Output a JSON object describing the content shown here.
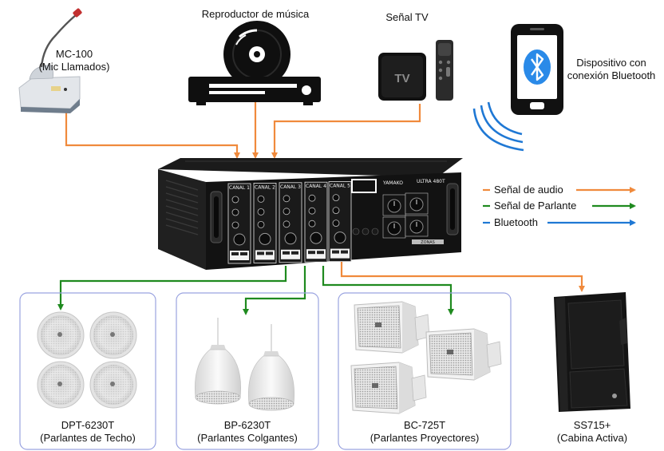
{
  "sources": {
    "mic": {
      "name": "MC-100",
      "desc": "(Mic Llamados)"
    },
    "player": {
      "title": "Reproductor de música"
    },
    "tv": {
      "title": "Señal TV",
      "logo_text": "TV"
    },
    "phone": {
      "line1": "Dispositivo con",
      "line2": "conexión Bluetooth"
    }
  },
  "amplifier": {
    "model_label": "ULTRA 480T",
    "brand_label": "YAMAKO",
    "channel_labels": [
      "CANAL 1",
      "CANAL 2",
      "CANAL 3",
      "CANAL 4",
      "CANAL 5"
    ],
    "zone_label": "ZONAS"
  },
  "legend": {
    "items": [
      {
        "label": "Señal de audio",
        "color": "#f08a3c"
      },
      {
        "label": "Señal de Parlante",
        "color": "#1f8a1f"
      },
      {
        "label": "Bluetooth",
        "color": "#1f78d4"
      }
    ]
  },
  "outputs": [
    {
      "name": "DPT-6230T",
      "desc": "(Parlantes de Techo)"
    },
    {
      "name": "BP-6230T",
      "desc": "(Parlantes Colgantes)"
    },
    {
      "name": "BC-725T",
      "desc": "(Parlantes Proyectores)"
    },
    {
      "name": "SS715+",
      "desc": "(Cabina Activa)"
    }
  ],
  "colors": {
    "audio": "#f08a3c",
    "speaker": "#1f8a1f",
    "bluetooth": "#1f78d4",
    "group_border": "#9aa3e0",
    "device": "#1a1a1a"
  },
  "icons": {
    "mic": "desk-microphone-icon",
    "player": "cd-player-icon",
    "tv": "tv-box-icon",
    "remote": "remote-control-icon",
    "phone": "smartphone-icon",
    "bluetooth": "bluetooth-icon",
    "ceiling": "ceiling-speaker-icon",
    "pendant": "pendant-speaker-icon",
    "horn": "projector-speaker-icon",
    "cabinet": "active-speaker-cabinet-icon"
  }
}
